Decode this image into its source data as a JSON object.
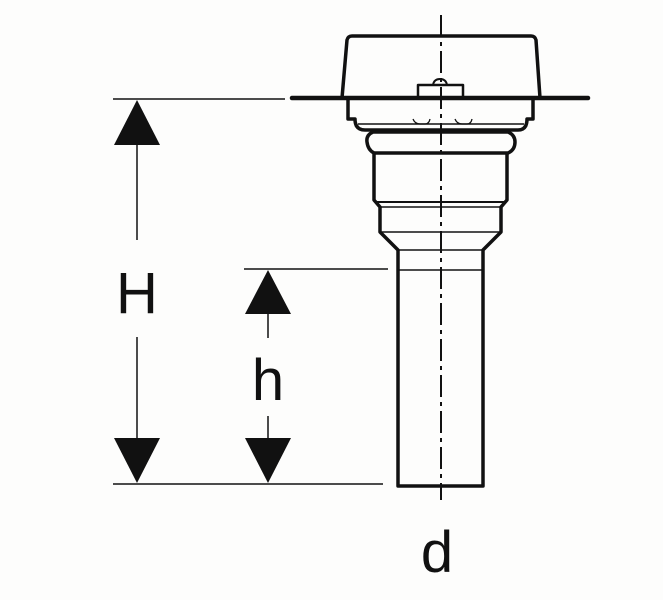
{
  "diagram": {
    "labels": {
      "overall_height": "H",
      "pipe_height": "h",
      "diameter": "d"
    },
    "colors": {
      "stroke": "#111111",
      "background": "#fdfdfc"
    }
  }
}
